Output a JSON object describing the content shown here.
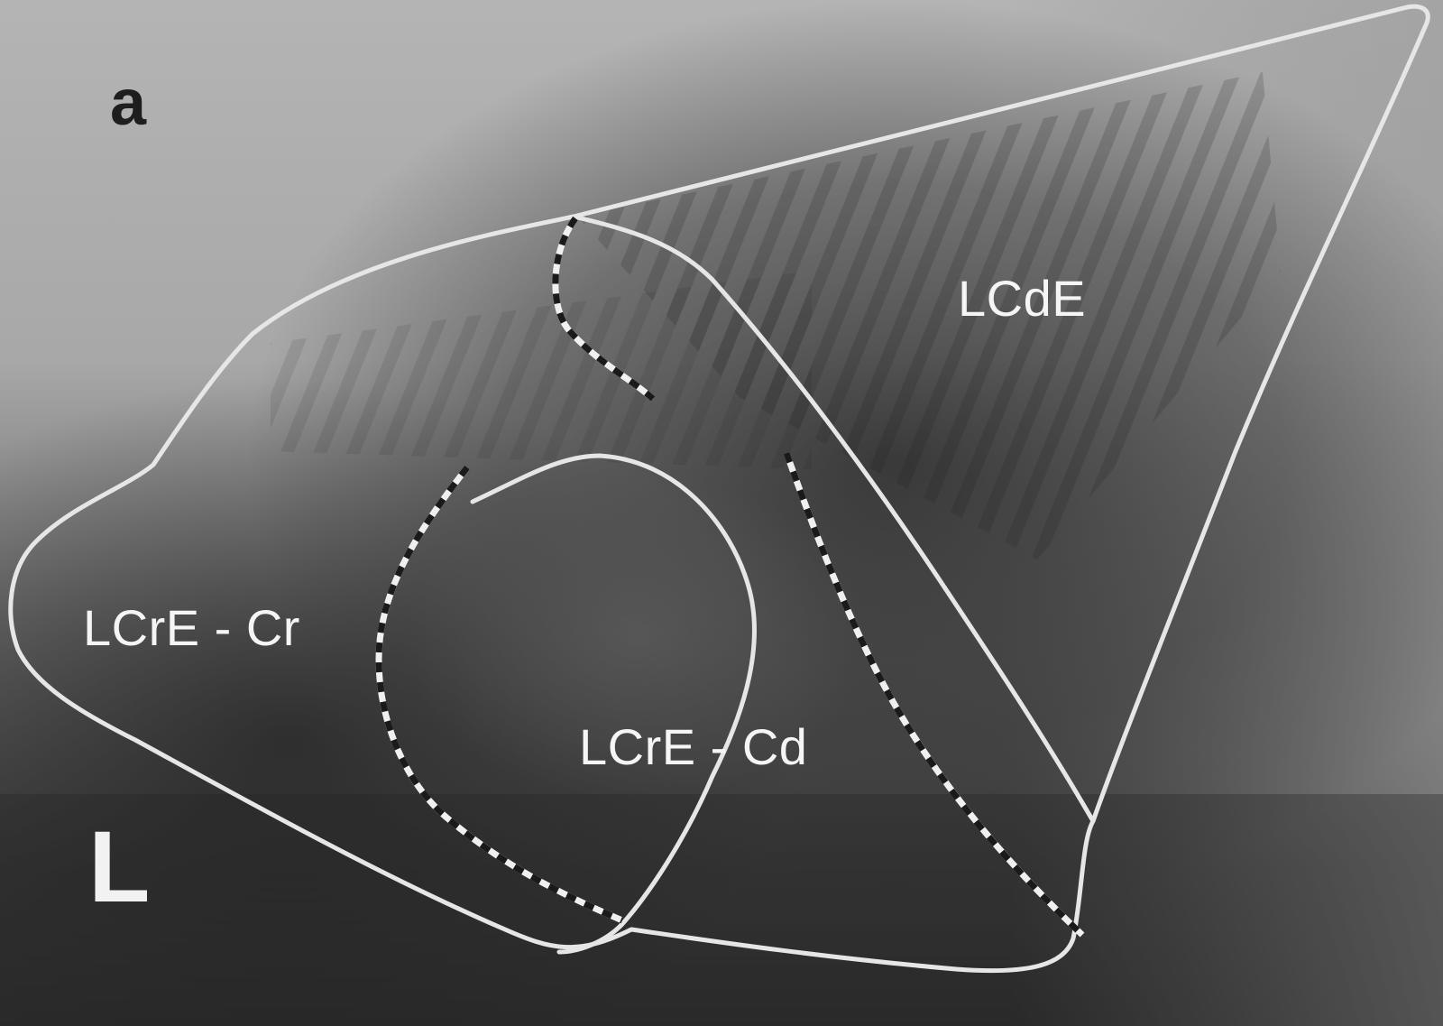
{
  "figure": {
    "panel_letter": "a",
    "side_marker": "L",
    "regions": [
      {
        "id": "lcde",
        "label": "LCdE"
      },
      {
        "id": "lcre-cr",
        "label": "LCrE - Cr"
      },
      {
        "id": "lcre-cd",
        "label": "LCrE - Cd"
      }
    ],
    "colors": {
      "outline": "#e6e6e6",
      "dash_dark": "#1a1a1a",
      "dash_light": "#f0f0f0",
      "background_light": "#b8b8b8",
      "background_dark": "#2a2a2a"
    }
  }
}
